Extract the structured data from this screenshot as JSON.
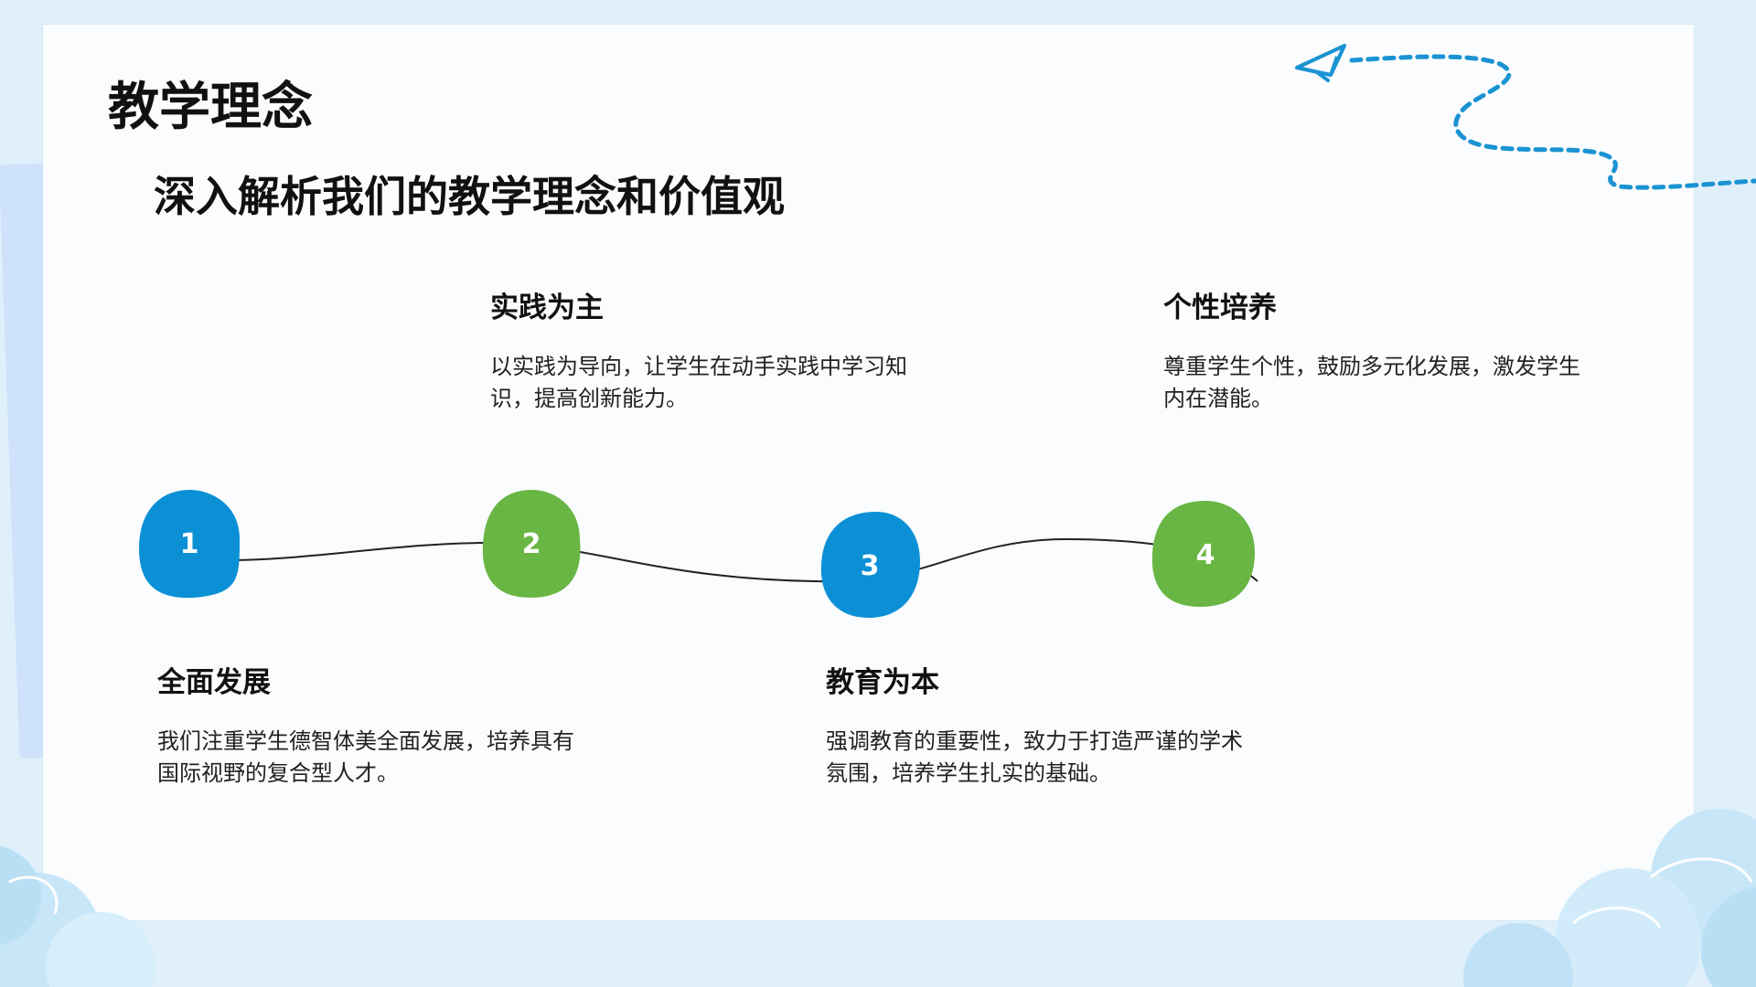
{
  "header": {
    "title": "教学理念",
    "subtitle": "深入解析我们的教学理念和价值观"
  },
  "timeline": {
    "steps": [
      {
        "number": "1",
        "title": "全面发展",
        "description": "我们注重学生德智体美全面发展，培养具有国际视野的复合型人才。",
        "color": "#0b90d6"
      },
      {
        "number": "2",
        "title": "实践为主",
        "description": "以实践为导向，让学生在动手实践中学习知识，提高创新能力。",
        "color": "#6ab645"
      },
      {
        "number": "3",
        "title": "教育为本",
        "description": "强调教育的重要性，致力于打造严谨的学术氛围，培养学生扎实的基础。",
        "color": "#0b90d6"
      },
      {
        "number": "4",
        "title": "个性培养",
        "description": "尊重学生个性，鼓励多元化发展，激发学生内在潜能。",
        "color": "#6ab645"
      }
    ]
  },
  "decorations": {
    "plane_icon": "paper-plane-icon",
    "dash_color": "#1a93d2",
    "cloud_color": "#c7e6f8",
    "sheet_color": "#fafcfe",
    "background_color": "#dff0fb"
  }
}
